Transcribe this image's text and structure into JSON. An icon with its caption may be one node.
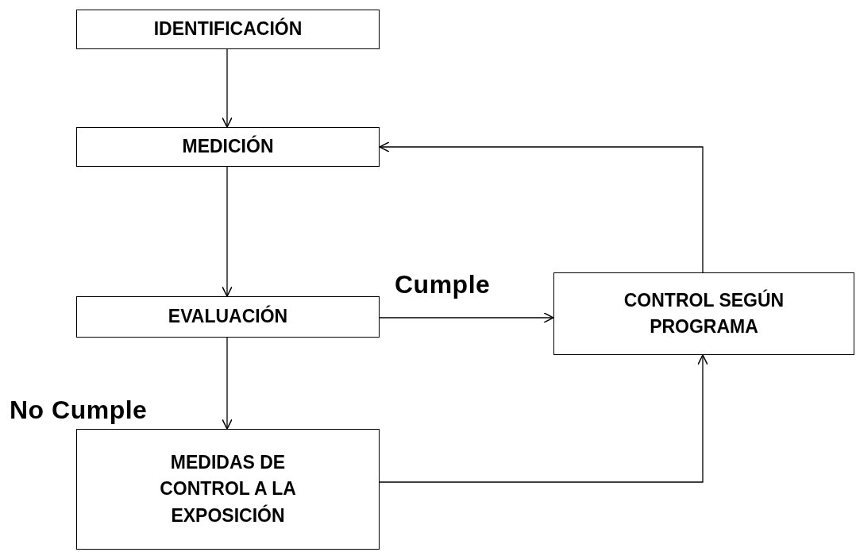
{
  "diagram": {
    "nodes": [
      {
        "text": [
          "IDENTIFICACIÓN"
        ]
      },
      {
        "text": [
          "MEDICIÓN"
        ]
      },
      {
        "text": [
          "EVALUACIÓN"
        ]
      },
      {
        "text": [
          "CONTROL SEGÚN PROGRAMA"
        ]
      },
      {
        "text": [
          "MEDIDAS DE CONTROL A LA EXPOSICIÓN"
        ]
      }
    ],
    "edges": [
      {
        "from": 0,
        "to": 1,
        "arrow": "to"
      },
      {
        "from": 1,
        "to": 2,
        "arrow": "to"
      },
      {
        "from": 2,
        "to": 3,
        "arrow": "to",
        "label": "Cumple"
      },
      {
        "from": 2,
        "to": 4,
        "arrow": "to",
        "label": "No Cumple"
      },
      {
        "from": 4,
        "to": 3,
        "arrow": "to"
      },
      {
        "from": 3,
        "to": 1,
        "arrow": "to"
      }
    ]
  }
}
